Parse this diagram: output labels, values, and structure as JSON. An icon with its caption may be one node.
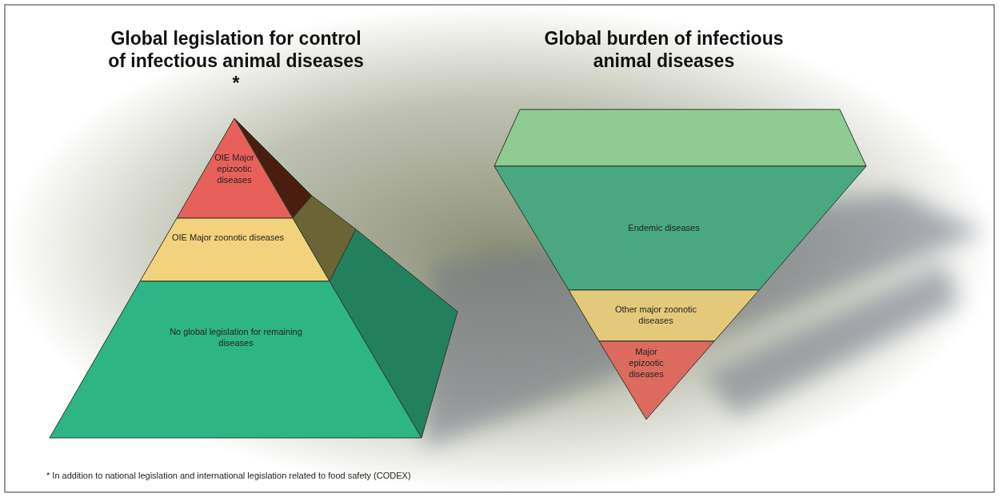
{
  "diagram": {
    "caption": "* In addition to national legislation and international legislation related to food safety (CODEX)",
    "nodes": [
      {
        "text": [
          "OIE Major epizootic diseases"
        ]
      },
      {
        "text": [
          "OIE Major zoonotic diseases"
        ]
      },
      {
        "text": [
          "No global legislation for remaining diseases"
        ]
      },
      {
        "text": [
          "Endemic diseases"
        ]
      },
      {
        "text": [
          "Other major zoonotic diseases"
        ]
      },
      {
        "text": [
          "Major epizootic diseases"
        ]
      }
    ],
    "edges": [],
    "labels": [
      "Global legislation for control of infectious animal diseases *",
      "Global burden of infectious animal diseases"
    ]
  }
}
